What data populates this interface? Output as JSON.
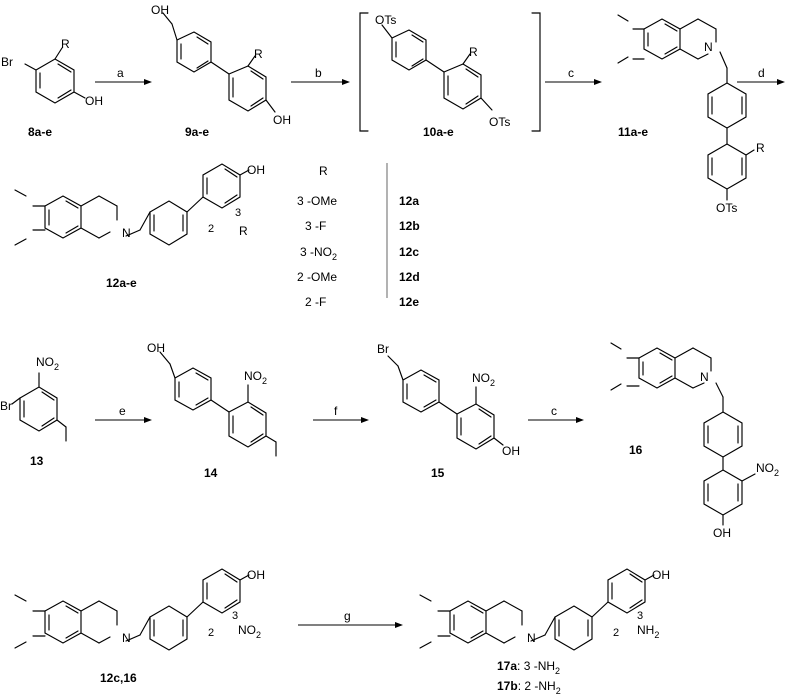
{
  "scheme1": {
    "reagents": {
      "a": "a",
      "b": "b",
      "c": "c",
      "d": "d"
    },
    "labels": {
      "c8": "8a-e",
      "c9": "9a-e",
      "c10": "10a-e",
      "c11": "11a-e",
      "c12": "12a-e"
    },
    "atoms": {
      "br": "Br",
      "r": "R",
      "oh": "OH",
      "ots": "OTs",
      "n": "N",
      "three": "3",
      "two": "2"
    }
  },
  "table": {
    "header": "R",
    "rows": [
      {
        "sub": "3 -OMe",
        "cmp": "12a"
      },
      {
        "sub": "3 -F",
        "cmp": "12b"
      },
      {
        "sub": "3 -NO",
        "sub2": "2",
        "cmp": "12c"
      },
      {
        "sub": "2 -OMe",
        "cmp": "12d"
      },
      {
        "sub": "2 -F",
        "cmp": "12e"
      }
    ]
  },
  "scheme2": {
    "reagents": {
      "e": "e",
      "f": "f",
      "c": "c"
    },
    "labels": {
      "c13": "13",
      "c14": "14",
      "c15": "15",
      "c16": "16"
    },
    "atoms": {
      "no2": "NO",
      "no2sub": "2",
      "br": "Br",
      "oh": "OH",
      "n": "N"
    }
  },
  "scheme3": {
    "reagents": {
      "g": "g"
    },
    "labels": {
      "start": "12c,16",
      "p17a": "17a",
      "p17a_sub": ": 3 -NH",
      "p17b": "17b",
      "p17b_sub": ": 2 -NH",
      "sub2": "2"
    },
    "atoms": {
      "oh": "OH",
      "n": "N",
      "no2": "NO",
      "nh2": "NH",
      "sub2": "2",
      "three": "3",
      "two": "2"
    }
  }
}
